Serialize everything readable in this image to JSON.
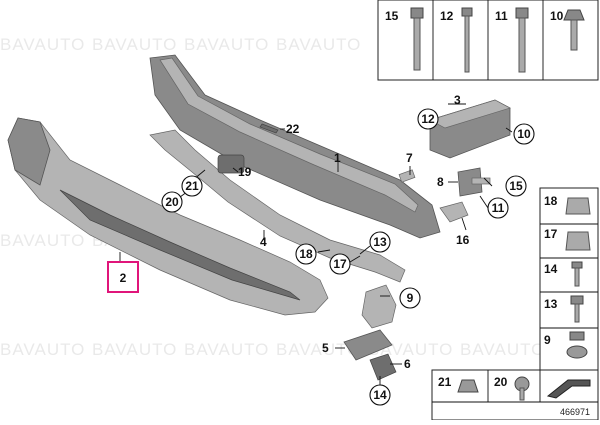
{
  "watermark": "BAVAUTO",
  "diagram_id": "466971",
  "highlighted_part": "2",
  "callouts": {
    "c1": "1",
    "c2": "2",
    "c3": "3",
    "c4": "4",
    "c5": "5",
    "c6": "6",
    "c7": "7",
    "c8": "8",
    "c9": "9",
    "c10": "10",
    "c11": "11",
    "c12": "12",
    "c13": "13",
    "c14": "14",
    "c15": "15",
    "c16": "16",
    "c17": "17",
    "c18": "18",
    "c19": "19",
    "c20": "20",
    "c21": "21",
    "c22": "22"
  },
  "top_fasteners": [
    "15",
    "12",
    "11",
    "10"
  ],
  "side_fasteners": [
    "18",
    "17",
    "14",
    "13",
    "9"
  ],
  "bottom_fasteners": [
    "21",
    "20"
  ]
}
